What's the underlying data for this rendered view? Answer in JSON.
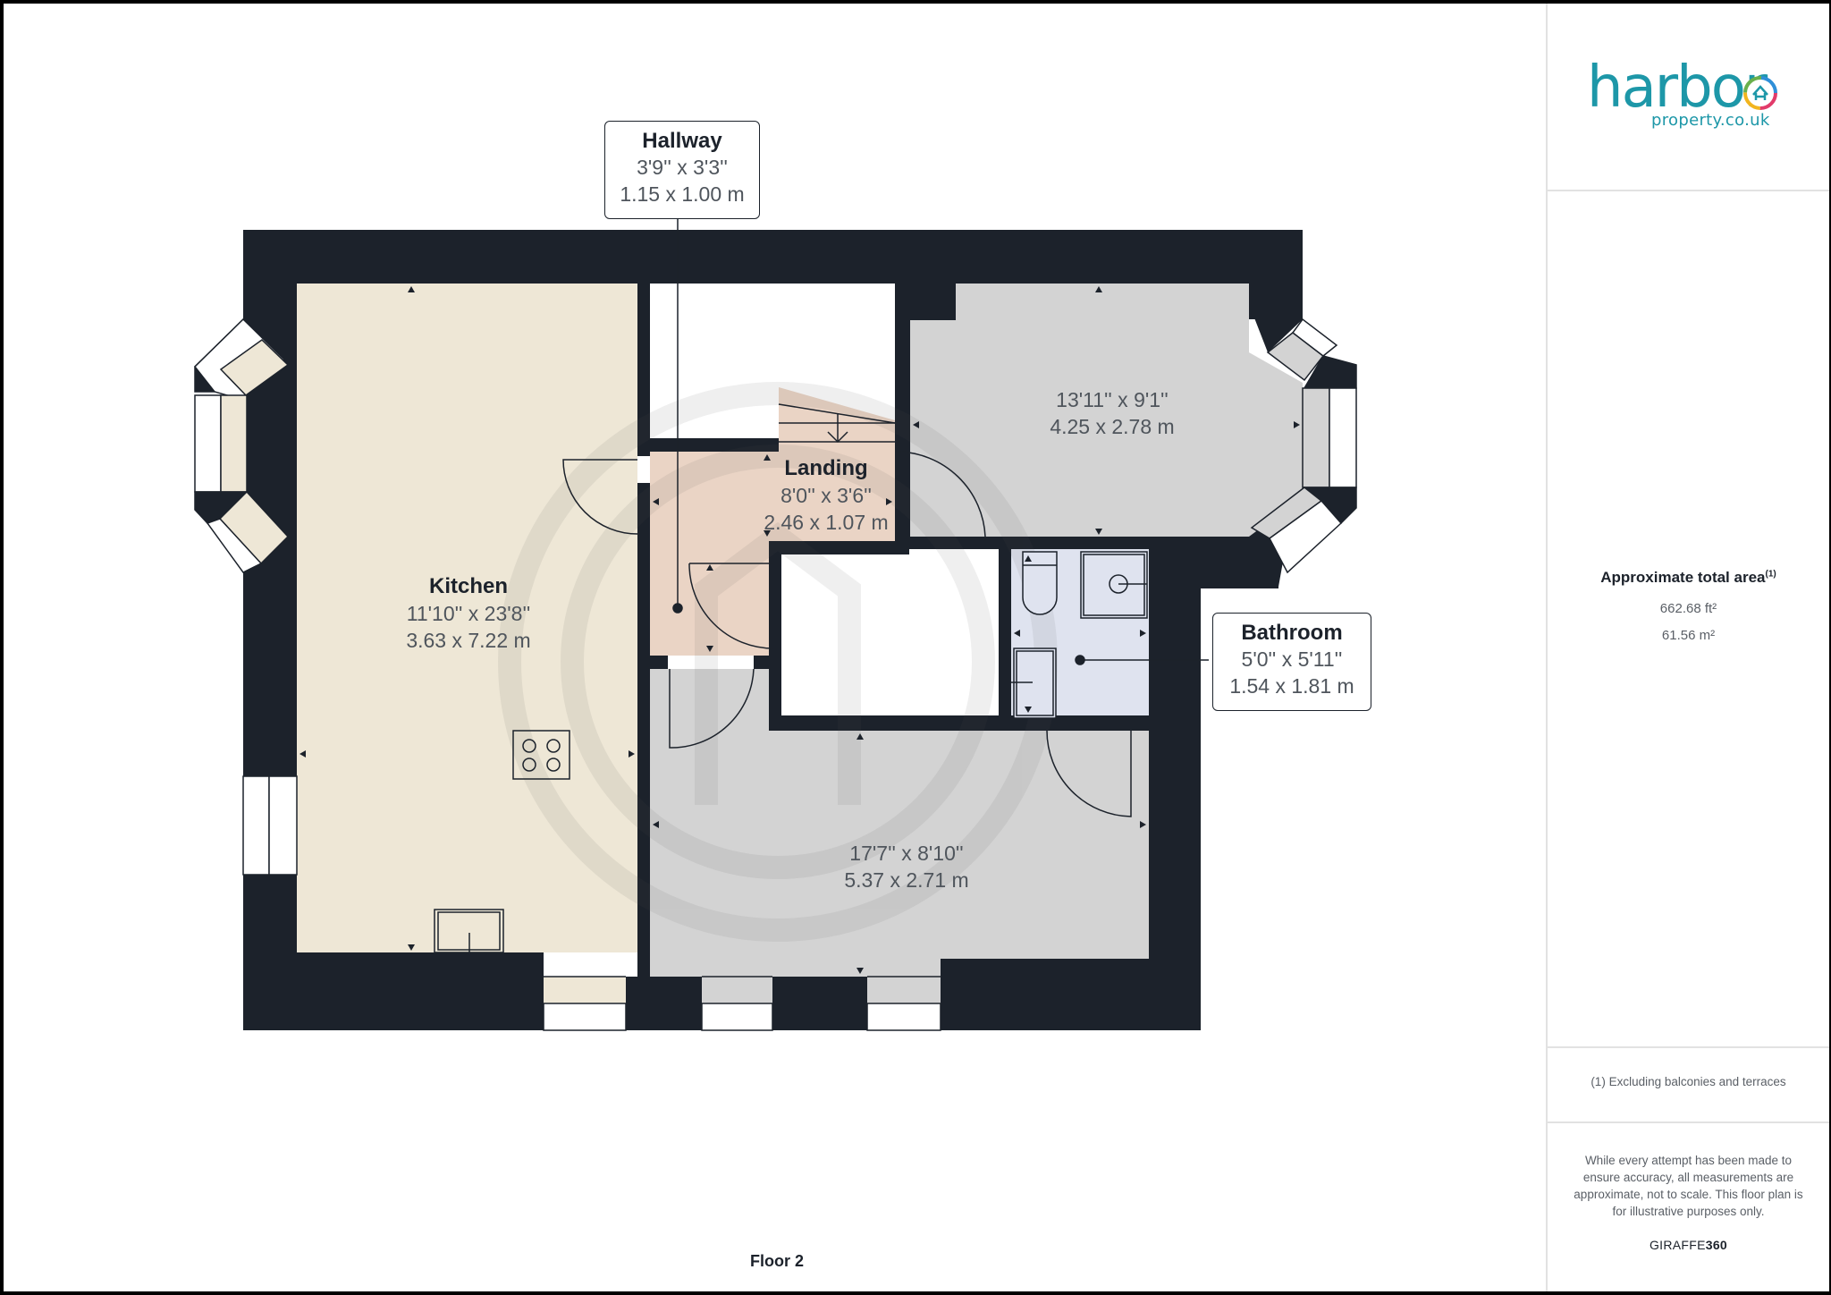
{
  "floor_label": "Floor 2",
  "colors": {
    "wall": "#1c222b",
    "kitchen_fill": "#eee7d6",
    "landing_fill": "#ead4c5",
    "room_fill": "#d3d3d3",
    "bathroom_fill": "#dfe3ef",
    "brand": "#1d97a8"
  },
  "brand": {
    "logo_main": "harbor",
    "logo_sub": "property.co.uk"
  },
  "summary": {
    "title": "Approximate total area",
    "title_note": "(1)",
    "area_ft": "662.68 ft²",
    "area_m": "61.56 m²",
    "footnote": "(1) Excluding balconies and terraces",
    "disclaimer": "While every attempt has been made to ensure accuracy, all measurements are approximate, not to scale. This floor plan is for illustrative purposes only.",
    "provider_light": "GIRAFFE",
    "provider_bold": "360"
  },
  "rooms": {
    "hallway": {
      "name": "Hallway",
      "imperial": "3'9'' x 3'3''",
      "metric": "1.15 x 1.00 m"
    },
    "landing": {
      "name": "Landing",
      "imperial": "8'0'' x 3'6''",
      "metric": "2.46 x 1.07 m"
    },
    "kitchen": {
      "name": "Kitchen",
      "imperial": "11'10'' x 23'8''",
      "metric": "3.63 x 7.22 m"
    },
    "bedroom_top": {
      "name": "",
      "imperial": "13'11'' x 9'1''",
      "metric": "4.25 x 2.78 m"
    },
    "bedroom_bottom": {
      "name": "",
      "imperial": "17'7'' x 8'10''",
      "metric": "5.37 x 2.71 m"
    },
    "bathroom": {
      "name": "Bathroom",
      "imperial": "5'0'' x 5'11''",
      "metric": "1.54 x 1.81 m"
    }
  }
}
